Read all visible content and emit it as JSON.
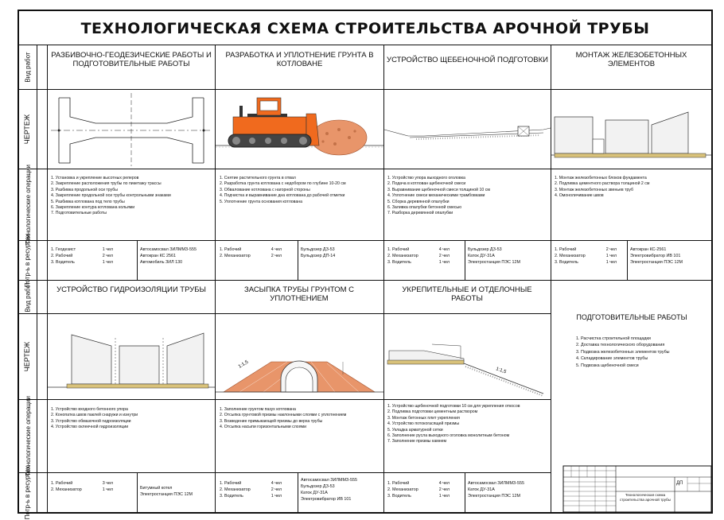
{
  "title": "ТЕХНОЛОГИЧЕСКАЯ СХЕМА СТРОИТЕЛЬСТВА АРОЧНОЙ ТРУБЫ",
  "row_labels": {
    "vid_rabot": "Вид работ",
    "chertezh": "ЧЕРТЕЖ",
    "tech_ops": "Технологические операции",
    "resources": "Потр-ь в ресурсах"
  },
  "top": [
    {
      "title": "РАЗБИВОЧНО-ГЕОДЕЗИЧЕСКИЕ РАБОТЫ И ПОДГОТОВИТЕЛЬНЫЕ РАБОТЫ",
      "ops": [
        "1. Установка и укрепление высотных реперов",
        "2. Закрепление расположения трубы по пикетажу трассы",
        "3. Разбивка продольной оси трубы",
        "4. Закрепление продольной оси трубы контрольными знаками",
        "5. Разбивка котлована под тело трубы",
        "6. Закрепление контура котлована кольями",
        "7. Подготовительные работы"
      ],
      "workers": [
        [
          "1. Геодезист",
          "1 чел"
        ],
        [
          "2. Рабочий",
          "2 чел"
        ],
        [
          "3. Водитель",
          "1 чел"
        ]
      ],
      "equipment": [
        "Автосамосвал ЗИЛММЗ-555",
        "Автокран  КС 2561",
        "Автомобиль ЗИЛ 130"
      ]
    },
    {
      "title": "РАЗРАБОТКА И УПЛОТНЕНИЕ ГРУНТА В КОТЛОВАНЕ",
      "ops": [
        "1. Снятие растительного грунта в отвал",
        "2. Разработка грунта котлована с недобором по глубине 10-20 см",
        "3. Обвалование котлована с нагорной стороны",
        "4. Подчистка и выравнивание дна котлована до рабочей отметки",
        "5. Уплотнение грунта основания котлована"
      ],
      "workers": [
        [
          "1. Рабочий",
          "4 чел"
        ],
        [
          "2. Механизатор",
          "2 чел"
        ]
      ],
      "equipment": [
        "Бульдозер ДЗ-53",
        "Бульдозер ДП-14"
      ]
    },
    {
      "title": "УСТРОЙСТВО ЩЕБЕНОЧНОЙ ПОДГОТОВКИ",
      "ops": [
        "1. Устройство упора выходного оголовка",
        "2. Подача в котлован щебеночной смеси",
        "3. Выравнивание щебеночной смеси толщиной 10 см",
        "4. Уплотнение смеси механическими трамбовками",
        "5. Сборка деревянной опалубки",
        "6. Заливка опалубки бетонной смесью",
        "7. Разборка деревянной опалубки"
      ],
      "workers": [
        [
          "1. Рабочий",
          "4 чел"
        ],
        [
          "2. Механизатор",
          "2 чел"
        ],
        [
          "3. Водитель",
          "1 чел"
        ]
      ],
      "equipment": [
        "Бульдозер ДЗ-53",
        "Каток  ДУ-31А",
        "Электростанция ПЭС 12М"
      ]
    },
    {
      "title": "МОНТАЖ ЖЕЛЕЗОБЕТОННЫХ ЭЛЕМЕНТОВ",
      "ops": [
        "1. Монтаж железобетонных блоков фундамента",
        "2. Подливка цементного раствора толщиной 2 см",
        "3. Монтаж железобетонных звеньев труб",
        "4. Омоноличивание швов"
      ],
      "workers": [
        [
          "1. Рабочий",
          "2 чел"
        ],
        [
          "2. Механизатор",
          "1 чел"
        ],
        [
          "3. Водитель",
          "1 чел"
        ]
      ],
      "equipment": [
        "Автокран КС-2561",
        "Электровибратор ИВ 101",
        "Электростанция ПЭС 12М"
      ]
    }
  ],
  "bottom": [
    {
      "title": "УСТРОЙСТВО ГИДРОИЗОЛЯЦИИ ТРУБЫ",
      "ops": [
        "1. Устройство входного бетонного упора",
        "2. Конопатка швов паклей снаружи и изнутри",
        "3. Устройство обмазочной гидроизоляции",
        "4. Устройство оклеечной гидроизоляции"
      ],
      "workers": [
        [
          "1. Рабочий",
          "3 чел"
        ],
        [
          "2. Механизатор",
          "1 чел"
        ]
      ],
      "equipment": [
        "Битумный котел",
        "Электростанция ПЭС 12М"
      ]
    },
    {
      "title": "ЗАСЫПКА ТРУБЫ ГРУНТОМ С УПЛОТНЕНИЕМ",
      "slope_label": "1:1,5",
      "ops": [
        "1. Заполнение грунтом пазух котлована",
        "2. Отсыпка грунтовой призмы наклонными слоями с уплотнением",
        "3. Возведение примыкающей призмы до верха трубы",
        "4. Отсыпка насыпи горизонтальными слоями"
      ],
      "workers": [
        [
          "1. Рабочий",
          "4 чел"
        ],
        [
          "2. Механизатор",
          "2 чел"
        ],
        [
          "3. Водитель",
          "1 чел"
        ]
      ],
      "equipment": [
        "Автосамосвал ЗИЛММЗ-555",
        "Бульдозер ДЗ-53",
        "Каток  ДУ-31А",
        "Электровибратор ИВ 101"
      ]
    },
    {
      "title": "УКРЕПИТЕЛЬНЫЕ И ОТДЕЛОЧНЫЕ РАБОТЫ",
      "slope_label": "1:1,5",
      "ops": [
        "1. Устройство щебеночной подготовки 10 см для укрепления откосов",
        "2. Подливка подготовки цементным раствором",
        "3. Монтаж бетонных плит укрепления",
        "4. Устройство потокогасящей призмы",
        "5. Укладка арматурной сетки",
        "6. Заполнение русла выходного оголовка монолитным бетоном",
        "7. Заполнение призмы камнем"
      ],
      "workers": [
        [
          "1. Рабочий",
          "4 чел"
        ],
        [
          "2. Механизатор",
          "2 чел"
        ],
        [
          "3. Водитель",
          "1 чел"
        ]
      ],
      "equipment": [
        "Автосамосвал ЗИЛММЗ-555",
        "Каток  ДУ-31А",
        "Электростанция ПЭС 12М"
      ]
    }
  ],
  "prep": {
    "title": "ПОДГОТОВИТЕЛЬНЫЕ РАБОТЫ",
    "items": [
      "1. Расчистка строительной площадки",
      "2. Доставка технологического оборудования",
      "3. Подвозка железобетонных элементов трубы",
      "4. Складирование элементов трубы",
      "5. Подвозка щебеночной смеси"
    ]
  },
  "stamp": {
    "code": "ДП",
    "caption": "Технологическая схема строительства арочной трубы"
  },
  "colors": {
    "bulldozer": "#f06a1e",
    "soil": "#e8956a",
    "gravel": "#d9c27a"
  }
}
